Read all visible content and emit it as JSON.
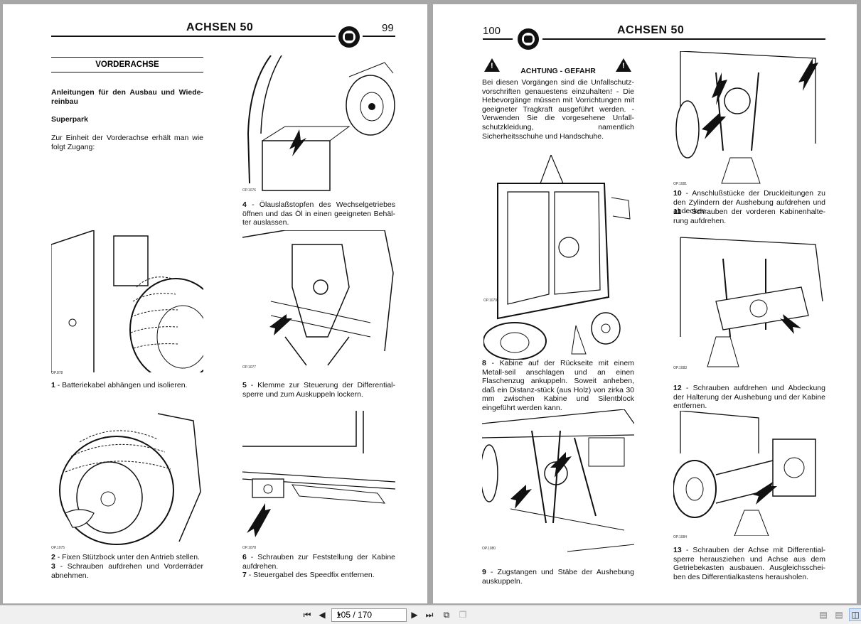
{
  "left_page": {
    "header_title": "ACHSEN 50",
    "page_number": "99",
    "section_title": "VORDERACHSE",
    "heading": "Anleitungen für den Ausbau und Wiede-reinbau",
    "subheading": "Superpark",
    "intro": "Zur Einheit der Vorderachse erhält man wie folgt Zugang:",
    "fig_codes": [
      "OP.1076",
      "OP.878",
      "OP.1077",
      "OP.1075",
      "OP.1078"
    ],
    "step1_num": "1",
    "step1_text": " - Batteriekabel abhängen und isolieren.",
    "step2_num": "2",
    "step2_text": " - Fixen Stützbock unter den Antrieb stellen.",
    "step3_num": "3",
    "step3_text": " - Schrauben aufdrehen und Vorderräder abnehmen.",
    "step4_num": "4",
    "step4_text": " - Ölauslaßstopfen des Wechselgetriebes öffnen und das Öl in einen geeigneten Behäl-ter auslassen.",
    "step5_num": "5",
    "step5_text": " - Klemme zur Steuerung der Differential-sperre und zum Auskuppeln lockern.",
    "step6_num": "6",
    "step6_text": " - Schrauben zur Feststellung der Kabine aufdrehen.",
    "step7_num": "7",
    "step7_text": " - Steuergabel des Speedfix entfernen."
  },
  "right_page": {
    "header_title": "ACHSEN 50",
    "page_number": "100",
    "warning_title": "ACHTUNG - GEFAHR",
    "warning_text": "Bei diesen Vorgängen sind die Unfallschutz-vorschriften genauestens einzuhalten! - Die Hebevorgänge müssen mit Vorrichtungen mit geeigneter Tragkraft ausgeführt werden. - Verwenden Sie die vorgesehene Unfall-schutzkleidung, namentlich Sicherheitsschuhe und Handschuhe.",
    "fig_codes": [
      "OP.1079",
      "OP.1080",
      "OP.1081",
      "OP.1083",
      "OP.1084"
    ],
    "step8_num": "8",
    "step8_text": " - Kabine auf der Rückseite mit einem Metall-seil anschlagen und an einen Flaschenzug ankuppeln. Soweit anheben, daß ein Distanz-stück (aus Holz) von zirka 30 mm zwischen Kabine und Silentblock eingeführt werden kann.",
    "step9_num": "9",
    "step9_text": " - Zugstangen und Stäbe der Aushebung auskuppeln.",
    "step10_num": "10",
    "step10_text": " - Anschlußstücke der Druckleitungen zu den Zylindern der Aushebung aufdrehen und abdecken.",
    "step11_num": "11",
    "step11_text": " - Schrauben der vorderen Kabinenhalte-rung aufdrehen.",
    "step12_num": "12",
    "step12_text": " - Schrauben aufdrehen und Abdeckung der Halterung der Aushebung und der Kabine entfernen.",
    "step13_num": "13",
    "step13_text": " - Schrauben der Achse mit Differential-sperre herausziehen und Achse aus dem Getriebekasten ausbauen. Ausgleichsschei-ben des Differentialkastens herausholen."
  },
  "toolbar": {
    "first_icon": "first-page-icon",
    "prev_icon": "previous-page-icon",
    "page_indicator": "105 / 170",
    "next_icon": "next-page-icon",
    "last_icon": "last-page-icon",
    "fit_icon": "fit-page-icon",
    "copy_icon": "copy-icon",
    "single_icon": "single-page-view-icon",
    "continuous_icon": "continuous-view-icon",
    "facing_icon": "facing-pages-view-icon"
  }
}
